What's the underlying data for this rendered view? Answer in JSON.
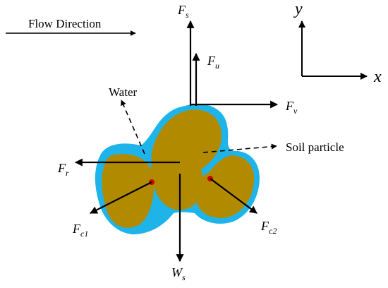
{
  "flow_label": "Flow Direction",
  "water_label": "Water",
  "soil_label": "Soil particle",
  "axes": {
    "x": "x",
    "y": "y"
  },
  "forces": {
    "Fs": {
      "sym": "F",
      "sub": "s"
    },
    "Fu": {
      "sym": "F",
      "sub": "u"
    },
    "Fv": {
      "sym": "F",
      "sub": "v"
    },
    "Fr": {
      "sym": "F",
      "sub": "r"
    },
    "Fc1": {
      "sym": "F",
      "sub": "c1"
    },
    "Fc2": {
      "sym": "F",
      "sub": "c2"
    },
    "Ws": {
      "sym": "W",
      "sub": "s"
    }
  },
  "colors": {
    "water": "#1eb4ea",
    "soil": "#b28a00",
    "contact_point": "#d00000",
    "ink": "#000000"
  }
}
